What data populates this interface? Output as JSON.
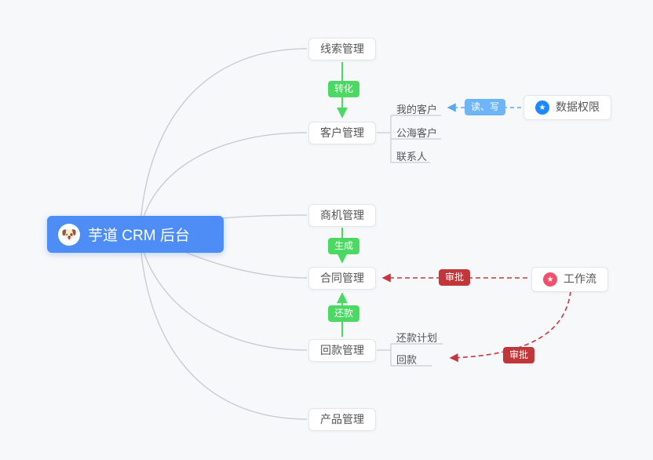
{
  "root": {
    "emoji": "🐶",
    "label": "芋道 CRM 后台"
  },
  "modules": {
    "lead": "线索管理",
    "customer": "客户管理",
    "opportunity": "商机管理",
    "contract": "合同管理",
    "receivable": "回款管理",
    "product": "产品管理"
  },
  "customer_children": {
    "mine": "我的客户",
    "public_sea": "公海客户",
    "contact": "联系人"
  },
  "receivable_children": {
    "plan": "还款计划",
    "receipt": "回款"
  },
  "side_nodes": {
    "data_permission": "数据权限",
    "workflow": "工作流"
  },
  "tags": {
    "convert": "转化",
    "generate": "生成",
    "repay": "还款",
    "read_write": "读、写",
    "approve_contract": "审批",
    "approve_receipt": "审批"
  },
  "icons": {
    "star": "★"
  },
  "colors": {
    "background": "#f7f8fa",
    "root_bg": "#4e8df6",
    "tag_green": "#4bd863",
    "tag_blue": "#6db5f6",
    "tag_red": "#c03639",
    "arrow_green": "#4bd863",
    "arrow_blue": "#5aa9f0",
    "arrow_red": "#c9353f",
    "star_blue": "#1e88ff",
    "star_pink": "#f0506a",
    "wire_gray": "#c9ccd1"
  }
}
